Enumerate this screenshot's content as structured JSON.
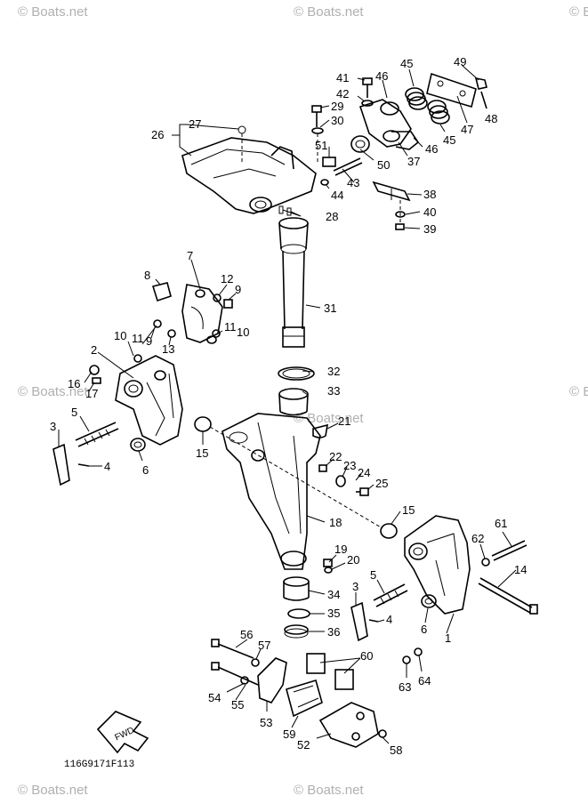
{
  "watermark": "© Boats.net",
  "diagram_code": "116G9171F113",
  "fwd_label": "FWD",
  "callouts": [
    {
      "id": "c41",
      "label": "41"
    },
    {
      "id": "c46a",
      "label": "46"
    },
    {
      "id": "c45a",
      "label": "45"
    },
    {
      "id": "c49",
      "label": "49"
    },
    {
      "id": "c42",
      "label": "42"
    },
    {
      "id": "c48",
      "label": "48"
    },
    {
      "id": "c29",
      "label": "29"
    },
    {
      "id": "c30",
      "label": "30"
    },
    {
      "id": "c27",
      "label": "27"
    },
    {
      "id": "c26",
      "label": "26"
    },
    {
      "id": "c47",
      "label": "47"
    },
    {
      "id": "c45b",
      "label": "45"
    },
    {
      "id": "c51",
      "label": "51"
    },
    {
      "id": "c50",
      "label": "50"
    },
    {
      "id": "c37",
      "label": "37"
    },
    {
      "id": "c46b",
      "label": "46"
    },
    {
      "id": "c43",
      "label": "43"
    },
    {
      "id": "c44",
      "label": "44"
    },
    {
      "id": "c38",
      "label": "38"
    },
    {
      "id": "c28",
      "label": "28"
    },
    {
      "id": "c40",
      "label": "40"
    },
    {
      "id": "c39",
      "label": "39"
    },
    {
      "id": "c7",
      "label": "7"
    },
    {
      "id": "c8",
      "label": "8"
    },
    {
      "id": "c12",
      "label": "12"
    },
    {
      "id": "c9a",
      "label": "9"
    },
    {
      "id": "c31",
      "label": "31"
    },
    {
      "id": "c10a",
      "label": "10"
    },
    {
      "id": "c11a",
      "label": "11"
    },
    {
      "id": "c9b",
      "label": "9"
    },
    {
      "id": "c13",
      "label": "13"
    },
    {
      "id": "c11b",
      "label": "11"
    },
    {
      "id": "c10b",
      "label": "10"
    },
    {
      "id": "c2",
      "label": "2"
    },
    {
      "id": "c32",
      "label": "32"
    },
    {
      "id": "c16",
      "label": "16"
    },
    {
      "id": "c17",
      "label": "17"
    },
    {
      "id": "c33",
      "label": "33"
    },
    {
      "id": "c5a",
      "label": "5"
    },
    {
      "id": "c21",
      "label": "21"
    },
    {
      "id": "c3a",
      "label": "3"
    },
    {
      "id": "c15a",
      "label": "15"
    },
    {
      "id": "c4a",
      "label": "4"
    },
    {
      "id": "c6a",
      "label": "6"
    },
    {
      "id": "c22",
      "label": "22"
    },
    {
      "id": "c23",
      "label": "23"
    },
    {
      "id": "c24",
      "label": "24"
    },
    {
      "id": "c25",
      "label": "25"
    },
    {
      "id": "c15b",
      "label": "15"
    },
    {
      "id": "c18",
      "label": "18"
    },
    {
      "id": "c61",
      "label": "61"
    },
    {
      "id": "c62",
      "label": "62"
    },
    {
      "id": "c19",
      "label": "19"
    },
    {
      "id": "c20",
      "label": "20"
    },
    {
      "id": "c14",
      "label": "14"
    },
    {
      "id": "c5b",
      "label": "5"
    },
    {
      "id": "c34",
      "label": "34"
    },
    {
      "id": "c3b",
      "label": "3"
    },
    {
      "id": "c35",
      "label": "35"
    },
    {
      "id": "c4b",
      "label": "4"
    },
    {
      "id": "c6b",
      "label": "6"
    },
    {
      "id": "c36",
      "label": "36"
    },
    {
      "id": "c1",
      "label": "1"
    },
    {
      "id": "c56",
      "label": "56"
    },
    {
      "id": "c57",
      "label": "57"
    },
    {
      "id": "c60",
      "label": "60"
    },
    {
      "id": "c54",
      "label": "54"
    },
    {
      "id": "c55",
      "label": "55"
    },
    {
      "id": "c63",
      "label": "63"
    },
    {
      "id": "c64",
      "label": "64"
    },
    {
      "id": "c53",
      "label": "53"
    },
    {
      "id": "c59",
      "label": "59"
    },
    {
      "id": "c52",
      "label": "52"
    },
    {
      "id": "c58",
      "label": "58"
    }
  ]
}
